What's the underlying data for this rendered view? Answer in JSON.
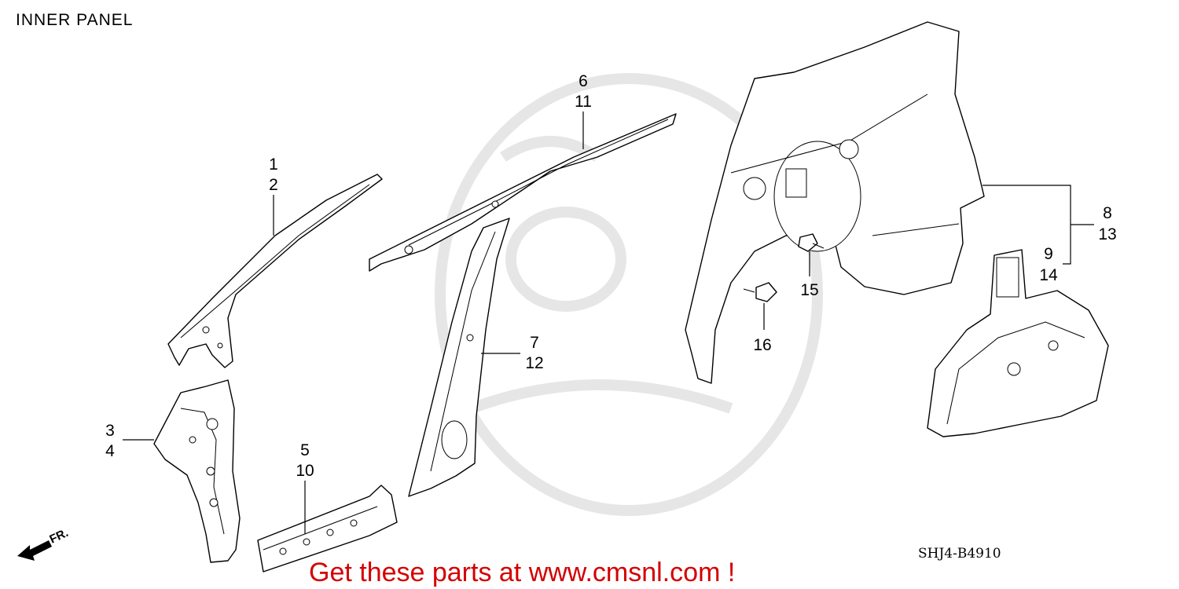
{
  "title": "INNER PANEL",
  "diagram_code": "SHJ4-B4910",
  "promo_text": "Get these parts at www.cmsnl.com !",
  "front_marker": "FR.",
  "callouts": [
    {
      "id": "c1",
      "top": "1",
      "bottom": "2"
    },
    {
      "id": "c3",
      "top": "3",
      "bottom": "4"
    },
    {
      "id": "c5",
      "top": "5",
      "bottom": "10"
    },
    {
      "id": "c6",
      "top": "6",
      "bottom": "11"
    },
    {
      "id": "c7",
      "top": "7",
      "bottom": "12"
    },
    {
      "id": "c8",
      "top": "8",
      "bottom": "13"
    },
    {
      "id": "c9",
      "top": "9",
      "bottom": "14"
    },
    {
      "id": "c15",
      "top": "15"
    },
    {
      "id": "c16",
      "top": "16"
    }
  ],
  "colors": {
    "promo": "#d40000",
    "line": "#000000",
    "watermark": "#e6e6e6"
  }
}
